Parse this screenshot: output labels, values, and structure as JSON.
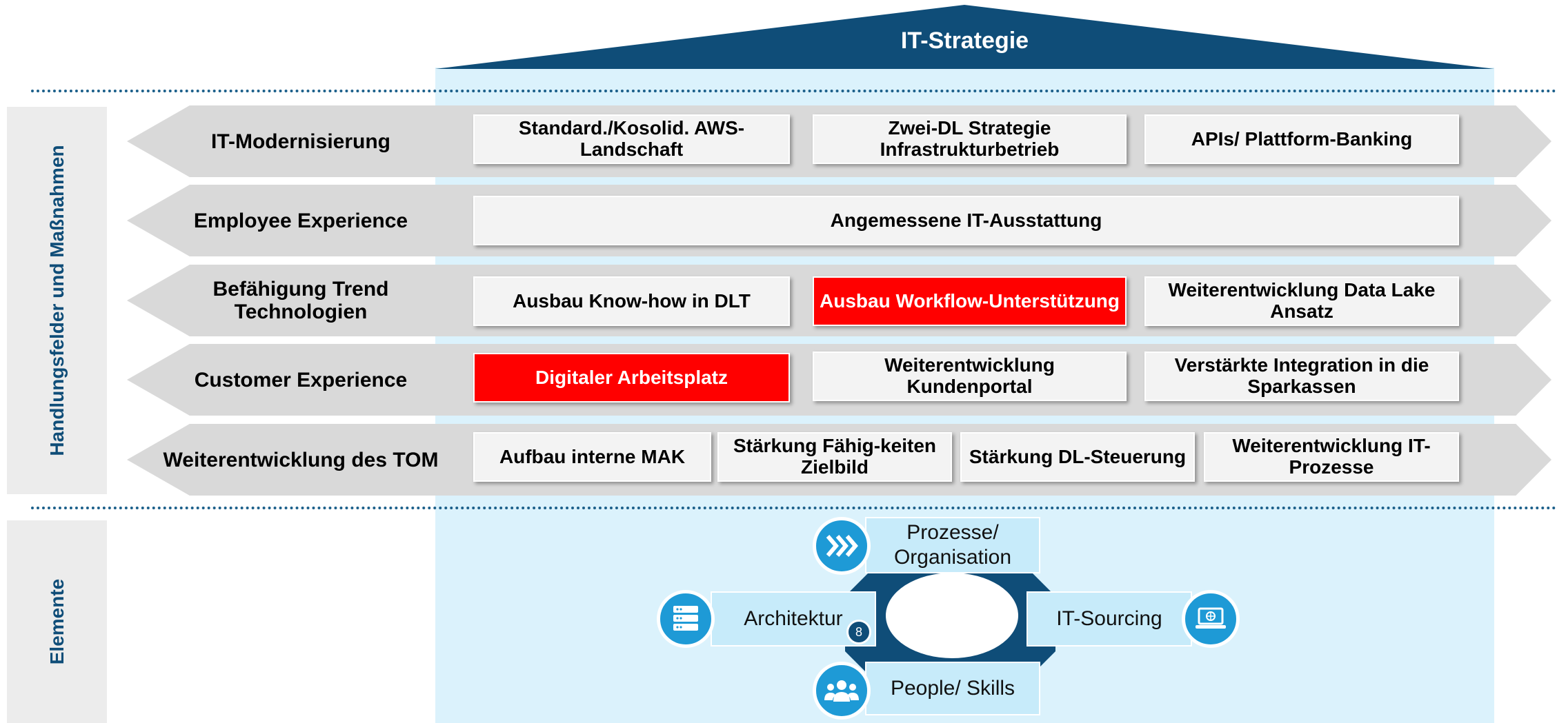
{
  "roof": {
    "title": "IT-Strategie"
  },
  "side": {
    "measures": "Handlungsfelder und Maßnahmen",
    "elements": "Elemente"
  },
  "rows": [
    {
      "label": "IT-Modernisierung",
      "items": [
        "Standard./Kosolid. AWS-Landschaft",
        "Zwei-DL Strategie Infrastrukturbetrieb",
        "APIs/ Plattform-Banking"
      ]
    },
    {
      "label": "Employee Experience",
      "items": [
        "Angemessene IT-Ausstattung"
      ]
    },
    {
      "label": "Befähigung Trend Technologien",
      "items": [
        "Ausbau Know-how in DLT",
        "Ausbau Workflow-Unterstützung",
        "Weiterentwicklung Data Lake Ansatz"
      ]
    },
    {
      "label": "Customer Experience",
      "items": [
        "Digitaler Arbeitsplatz",
        "Weiterentwicklung Kundenportal",
        "Verstärkte Integration in die Sparkassen"
      ]
    },
    {
      "label": "Weiterentwicklung des TOM",
      "items": [
        "Aufbau interne MAK",
        "Stärkung Fähig-keiten Zielbild",
        "Stärkung DL-Steuerung",
        "Weiterentwicklung IT-Prozesse"
      ]
    }
  ],
  "elements": {
    "top": "Prozesse/ Organisation",
    "left": "Architektur",
    "right": "IT-Sourcing",
    "bottom": "People/ Skills",
    "badge": "8"
  },
  "colors": {
    "navy": "#0f4d78",
    "highlight": "#ff0000",
    "house_bg": "#dbf2fc",
    "band": "#d9d9d9",
    "icon_blue": "#1e9ad6"
  },
  "icons": [
    "chevrons-icon",
    "server-icon",
    "laptop-globe-icon",
    "people-icon"
  ]
}
